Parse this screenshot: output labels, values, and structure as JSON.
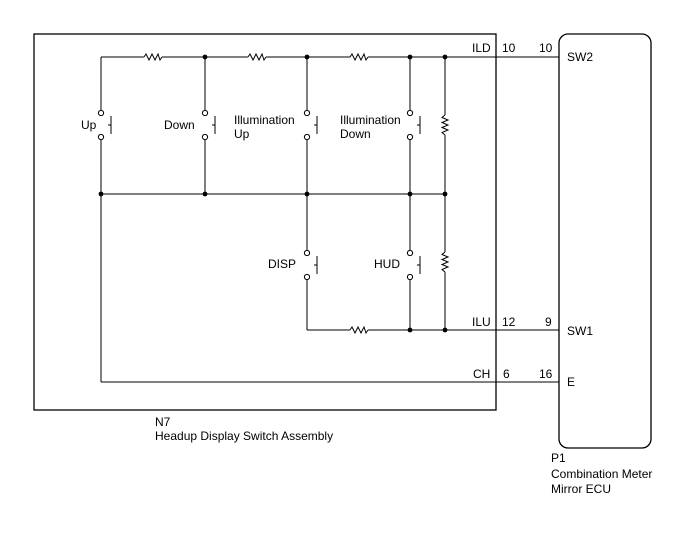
{
  "switch_assembly": {
    "code": "N7",
    "name": "Headup Display Switch Assembly",
    "switches": {
      "up": "Up",
      "down": "Down",
      "illum_up_1": "Illumination",
      "illum_up_2": "Up",
      "illum_down_1": "Illumination",
      "illum_down_2": "Down",
      "disp": "DISP",
      "hud": "HUD"
    },
    "terminals": {
      "ild": {
        "name": "ILD",
        "pin": "10"
      },
      "ilu": {
        "name": "ILU",
        "pin": "12"
      },
      "ch": {
        "name": "CH",
        "pin": "6"
      }
    }
  },
  "meter_ecu": {
    "code": "P1",
    "name_line1": "Combination Meter",
    "name_line2": "Mirror ECU",
    "terminals": {
      "sw2": {
        "name": "SW2",
        "pin": "10"
      },
      "sw1": {
        "name": "SW1",
        "pin": "9"
      },
      "e": {
        "name": "E",
        "pin": "16"
      }
    }
  }
}
